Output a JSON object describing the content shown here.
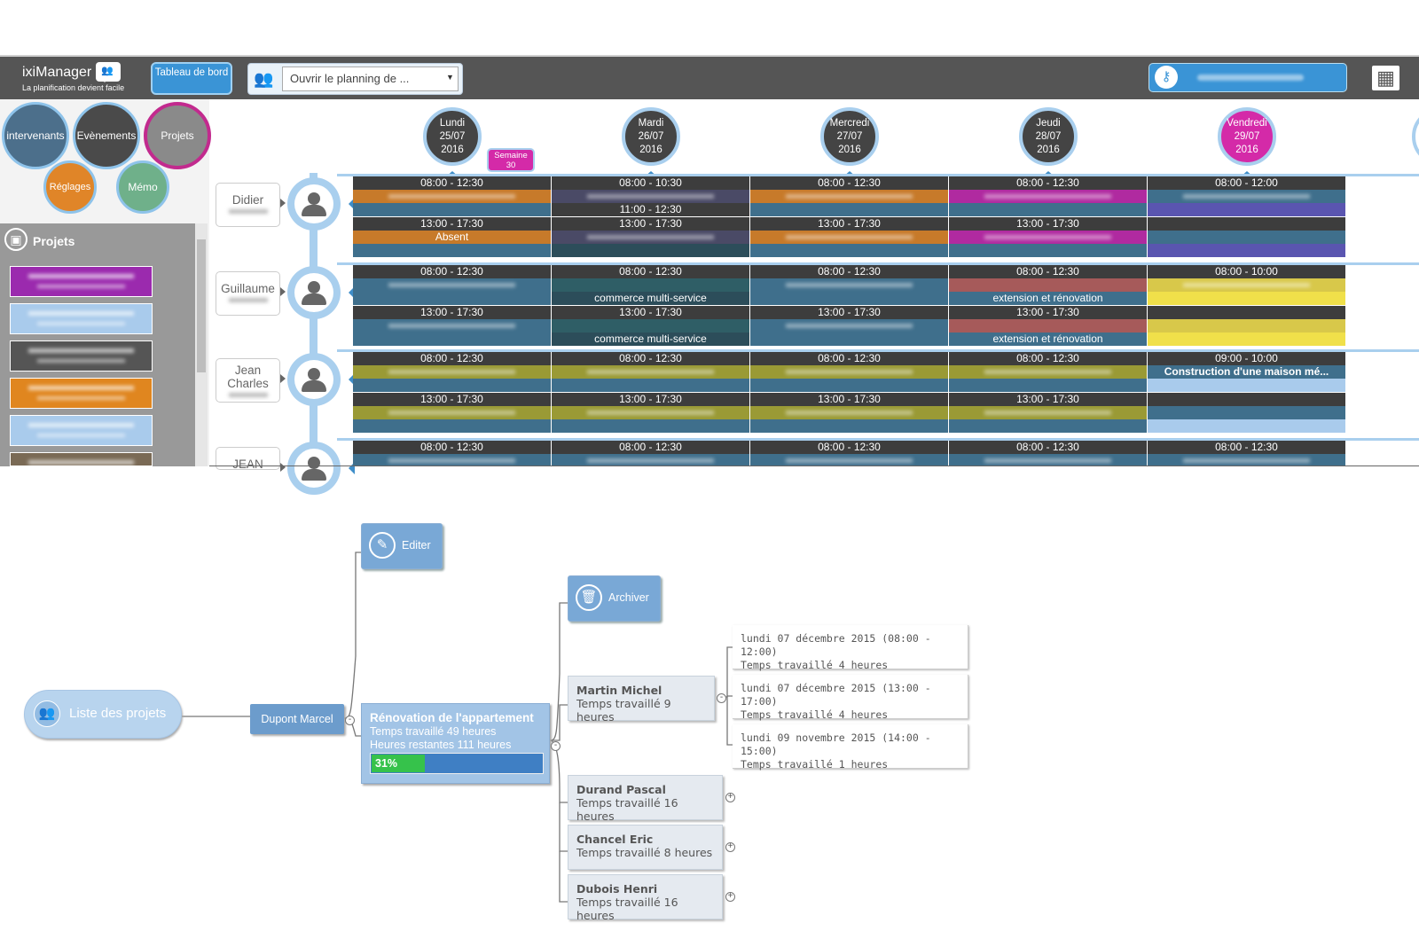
{
  "app": {
    "name": "ixiManager",
    "tagline": "La planification devient facile",
    "dashboard_label": "Tableau de bord",
    "planning_select_value": "Ouvrir le planning de ..."
  },
  "menu": {
    "intervenants": "intervenants",
    "evenements": "Evènements",
    "projets": "Projets",
    "reglages": "Réglages",
    "memo": "Mémo"
  },
  "projects_panel": {
    "title": "Projets",
    "colors": [
      "#9b2aae",
      "#a9cbec",
      "#555555",
      "#e0861f",
      "#a9cbec",
      "#7a6a55"
    ]
  },
  "calendar": {
    "week_badge": "Semaine 30",
    "days": [
      {
        "name": "Lundi",
        "date": "25/07",
        "year": "2016"
      },
      {
        "name": "Mardi",
        "date": "26/07",
        "year": "2016"
      },
      {
        "name": "Mercredi",
        "date": "27/07",
        "year": "2016"
      },
      {
        "name": "Jeudi",
        "date": "28/07",
        "year": "2016"
      },
      {
        "name": "Vendredi",
        "date": "29/07",
        "year": "2016"
      }
    ],
    "people": [
      {
        "first": "Didier"
      },
      {
        "first": "Guillaume"
      },
      {
        "first": "Jean Charles"
      },
      {
        "first": "JEAN"
      }
    ],
    "rows": [
      [
        {
          "t1": "08:00 - 12:30",
          "t2": "13:00 - 17:30",
          "label2": "Absent"
        },
        {
          "t1": "08:00 - 10:30",
          "t1b": "11:00 - 12:30",
          "t2": "13:00 - 17:30"
        },
        {
          "t1": "08:00 - 12:30",
          "t2": "13:00 - 17:30"
        },
        {
          "t1": "08:00 - 12:30",
          "t2": "13:00 - 17:30"
        },
        {
          "t1": "08:00 - 12:00",
          "t2": ""
        }
      ],
      [
        {
          "t1": "08:00 - 12:30",
          "t2": "13:00 - 17:30"
        },
        {
          "t1": "08:00 - 12:30",
          "label1": "commerce multi-service",
          "t2": "13:00 - 17:30",
          "label2": "commerce multi-service"
        },
        {
          "t1": "08:00 - 12:30",
          "t2": "13:00 - 17:30"
        },
        {
          "t1": "08:00 - 12:30",
          "label1": "extension et rénovation",
          "t2": "13:00 - 17:30",
          "label2": "extension et rénovation"
        },
        {
          "t1": "08:00 - 10:00",
          "t2": ""
        }
      ],
      [
        {
          "t1": "08:00 - 12:30",
          "t2": "13:00 - 17:30"
        },
        {
          "t1": "08:00 - 12:30",
          "t2": "13:00 - 17:30"
        },
        {
          "t1": "08:00 - 12:30",
          "t2": "13:00 - 17:30"
        },
        {
          "t1": "08:00 - 12:30",
          "t2": "13:00 - 17:30"
        },
        {
          "t1": "09:00 - 10:00",
          "label1": "Construction d'une maison mé...",
          "t2": ""
        }
      ],
      [
        {
          "t1": "08:00 - 12:30"
        },
        {
          "t1": "08:00 - 12:30"
        },
        {
          "t1": "08:00 - 12:30"
        },
        {
          "t1": "08:00 - 12:30"
        },
        {
          "t1": "08:00 - 12:30"
        }
      ]
    ]
  },
  "mindmap": {
    "root": "Liste des projets",
    "client": "Dupont Marcel",
    "edit": "Editer",
    "archive": "Archiver",
    "project": {
      "title": "Rénovation de l'appartement",
      "worked": "Temps travaillé 49 heures",
      "remaining": "Heures restantes 111 heures",
      "progress_label": "31%",
      "progress": 0.31
    },
    "people": [
      {
        "name": "Martin Michel",
        "time": "Temps travaillé 9 heures",
        "toggle": "-"
      },
      {
        "name": "Durand Pascal",
        "time": "Temps travaillé 16 heures",
        "toggle": "+"
      },
      {
        "name": "Chancel Eric",
        "time": "Temps travaillé 8 heures",
        "toggle": "+"
      },
      {
        "name": "Dubois Henri",
        "time": "Temps travaillé 16 heures",
        "toggle": "+"
      }
    ],
    "sessions": [
      {
        "date": "lundi 07 décembre 2015 (08:00 - 12:00)",
        "time": "Temps travaillé 4 heures"
      },
      {
        "date": "lundi 07 décembre 2015 (13:00 - 17:00)",
        "time": "Temps travaillé 4 heures"
      },
      {
        "date": "lundi 09 novembre 2015 (14:00 - 15:00)",
        "time": "Temps travaillé 1 heures"
      }
    ]
  }
}
